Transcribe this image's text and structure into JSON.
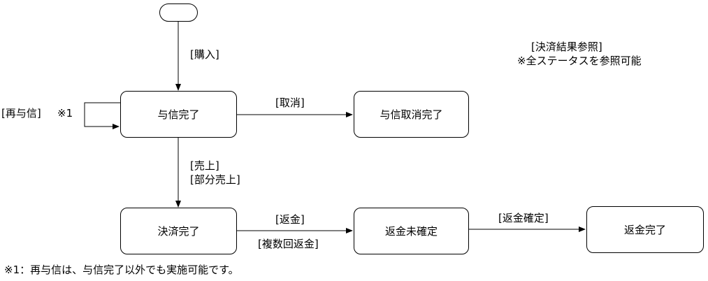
{
  "diagram": {
    "states": {
      "auth_complete": "与信完了",
      "auth_cancel_complete": "与信取消完了",
      "settlement_complete": "決済完了",
      "refund_pending": "返金未確定",
      "refund_complete": "返金完了"
    },
    "transitions": {
      "purchase": "[購入]",
      "reauth": "[再与信]",
      "reauth_note_mark": "※1",
      "cancel": "[取消]",
      "sale": "[売上]",
      "partial_sale": "[部分売上]",
      "refund": "[返金]",
      "multiple_refund": "[複数回返金]",
      "refund_confirm": "[返金確定]"
    },
    "notes": {
      "result_ref_line1": "[決済結果参照]",
      "result_ref_line2": "※全ステータスを参照可能",
      "footnote": "※1：再与信は、与信完了以外でも実施可能です。"
    }
  }
}
